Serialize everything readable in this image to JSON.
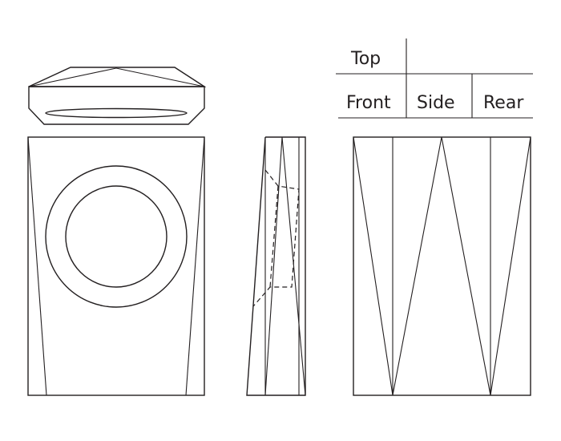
{
  "legend": {
    "top": "Top",
    "front": "Front",
    "side": "Side",
    "rear": "Rear"
  },
  "colors": {
    "line": "#231f20",
    "background": "#ffffff"
  }
}
